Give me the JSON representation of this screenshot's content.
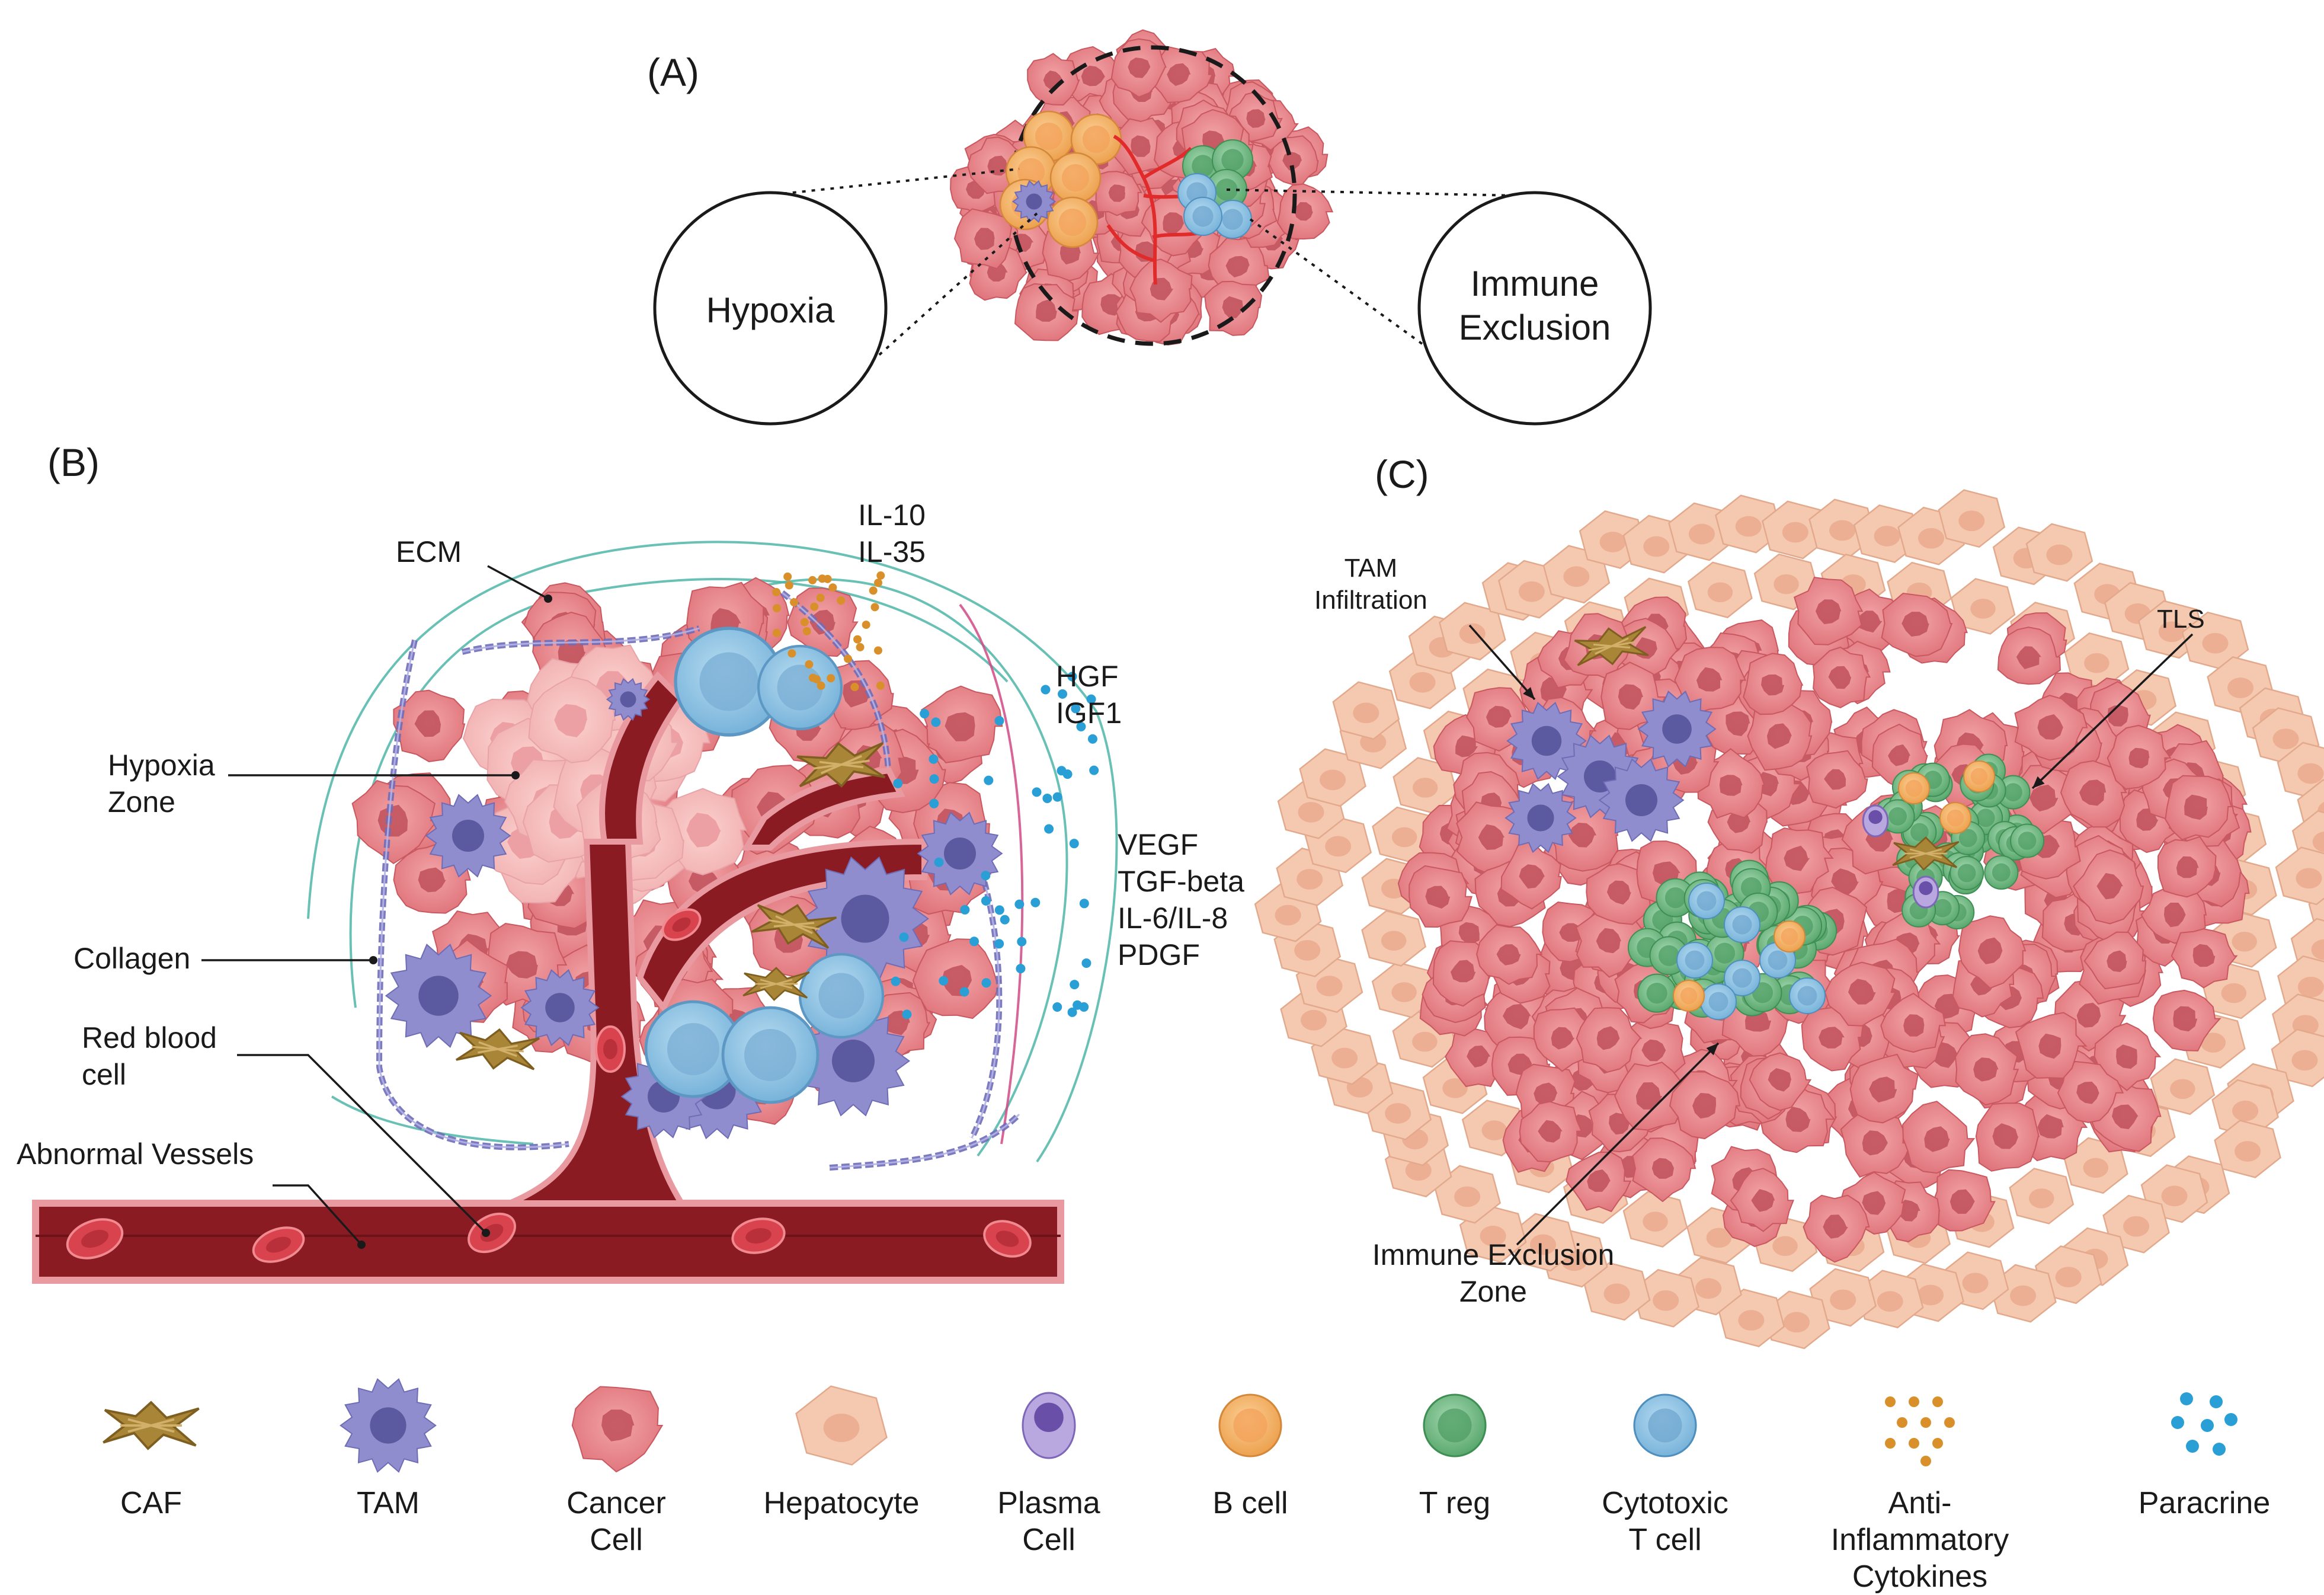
{
  "panels": {
    "a": {
      "letter": "(A)",
      "left_circle": "Hypoxia",
      "right_circle": "Immune\nExclusion"
    },
    "b": {
      "letter": "(B)",
      "labels": {
        "ecm": "ECM",
        "hypoxia_zone": "Hypoxia\nZone",
        "collagen": "Collagen",
        "red_blood_cell": "Red blood\ncell",
        "abnormal_vessels": "Abnormal Vessels",
        "il": "IL-10\nIL-35",
        "hgf": "HGF\nIGF1",
        "vegf": "VEGF\nTGF-beta\nIL-6/IL-8\nPDGF"
      }
    },
    "c": {
      "letter": "(C)",
      "labels": {
        "tam_infiltration": "TAM\nInfiltration",
        "tls": "TLS",
        "immune_exclusion_zone": "Immune Exclusion\nZone"
      }
    }
  },
  "legend": [
    {
      "key": "caf",
      "label": "CAF",
      "icon": "caf-icon"
    },
    {
      "key": "tam",
      "label": "TAM",
      "icon": "tam-icon"
    },
    {
      "key": "cancer",
      "label": "Cancer\nCell",
      "icon": "cancer-cell-icon"
    },
    {
      "key": "hepatocyte",
      "label": "Hepatocyte",
      "icon": "hepatocyte-icon"
    },
    {
      "key": "plasma",
      "label": "Plasma\nCell",
      "icon": "plasma-cell-icon"
    },
    {
      "key": "bcell",
      "label": "B cell",
      "icon": "b-cell-icon"
    },
    {
      "key": "treg",
      "label": "T reg",
      "icon": "t-reg-icon"
    },
    {
      "key": "cytotoxic",
      "label": "Cytotoxic\nT cell",
      "icon": "cytotoxic-t-cell-icon"
    },
    {
      "key": "antiinflam",
      "label": "Anti-Inflammatory\nCytokines",
      "icon": "anti-inflammatory-cytokines-icon"
    },
    {
      "key": "paracrine",
      "label": "Paracrine",
      "icon": "paracrine-icon"
    }
  ],
  "colors": {
    "cancer": "#e7868a",
    "cancer_dark": "#c95860",
    "cancer_nucleus": "#c0505a",
    "hepatocyte": "#f5c9b0",
    "tam": "#8f8dce",
    "tam_dark": "#55539a",
    "caf": "#a98538",
    "bcell": "#f5b46a",
    "treg": "#72bb84",
    "cytotoxic": "#88c1e2",
    "plasma": "#9c86cf",
    "vessel": "#8a1b22",
    "vessel_wall": "#e99aa0",
    "rbc": "#d8434d",
    "collagen": "#6f6db8",
    "ecm_fiber": "#4fb5a8",
    "cytokine_orange": "#d9902a",
    "cytokine_blue": "#2a9fd6"
  }
}
